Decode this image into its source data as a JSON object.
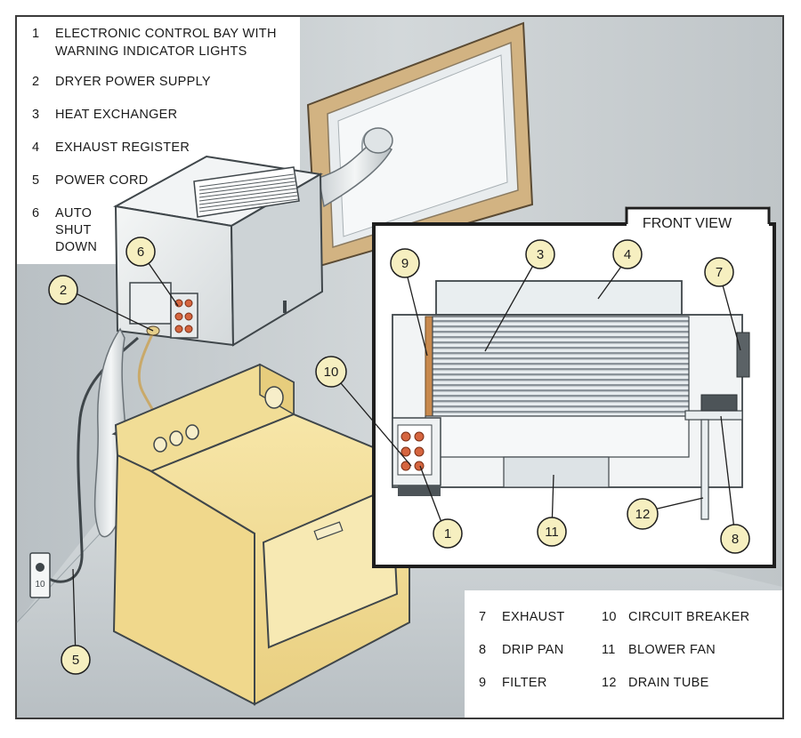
{
  "legend_top": [
    {
      "num": "1",
      "lines": [
        "ELECTRONIC CONTROL BAY WITH",
        "WARNING INDICATOR LIGHTS"
      ]
    },
    {
      "num": "2",
      "lines": [
        "DRYER POWER SUPPLY"
      ]
    },
    {
      "num": "3",
      "lines": [
        "HEAT EXCHANGER"
      ]
    },
    {
      "num": "4",
      "lines": [
        "EXHAUST REGISTER"
      ]
    },
    {
      "num": "5",
      "lines": [
        "POWER CORD"
      ]
    },
    {
      "num": "6",
      "lines": [
        "AUTO",
        "SHUT",
        "DOWN"
      ]
    }
  ],
  "legend_bottom": [
    {
      "num": "7",
      "text": "EXHAUST"
    },
    {
      "num": "10",
      "text": "CIRCUIT BREAKER"
    },
    {
      "num": "8",
      "text": "DRIP PAN"
    },
    {
      "num": "11",
      "text": "BLOWER FAN"
    },
    {
      "num": "9",
      "text": "FILTER"
    },
    {
      "num": "12",
      "text": "DRAIN TUBE"
    }
  ],
  "front_view_title": "FRONT VIEW",
  "callouts": {
    "c1": "1",
    "c2": "2",
    "c3": "3",
    "c4": "4",
    "c5": "5",
    "c6": "6",
    "c7": "7",
    "c8": "8",
    "c9": "9",
    "c10": "10",
    "c11": "11",
    "c12": "12"
  },
  "outlet_label": "10",
  "colors": {
    "wall": "#c9cfd2",
    "unit": "#e6e9ea",
    "dryer": "#f0dc98",
    "frame": "#d9b98a",
    "callout": "#f6efc0",
    "led": "#d5653f"
  }
}
